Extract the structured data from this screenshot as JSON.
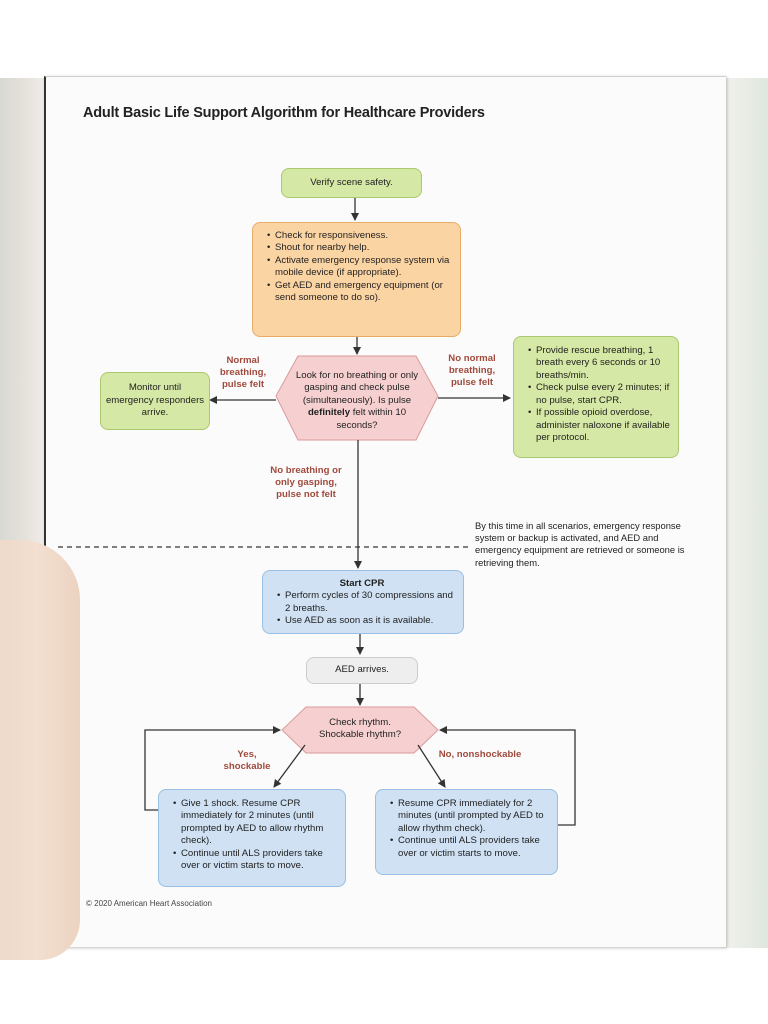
{
  "title": "Adult Basic Life Support Algorithm for Healthcare Providers",
  "nodes": {
    "verify": "Verify scene safety.",
    "check": [
      "Check for responsiveness.",
      "Shout for nearby help.",
      "Activate emergency response system via mobile device (if appropriate).",
      "Get AED and emergency equipment (or send someone to do so)."
    ],
    "look": {
      "line1": "Look for no breathing or only gasping and check pulse (simultaneously).",
      "line2_pre": "Is pulse ",
      "line2_bold": "definitely",
      "line2_post": " felt within 10 seconds?"
    },
    "monitor": "Monitor until emergency responders arrive.",
    "rescue": [
      "Provide rescue breathing, 1 breath every 6 seconds or 10 breaths/min.",
      "Check pulse every 2 minutes; if no pulse, start CPR.",
      "If possible opioid overdose, administer naloxone if available per protocol."
    ],
    "start_cpr": {
      "heading": "Start CPR",
      "items": [
        "Perform cycles of 30 compressions and 2 breaths.",
        "Use AED as soon as it is available."
      ]
    },
    "aed_arrives": "AED arrives.",
    "check_rhythm": "Check rhythm. Shockable rhythm?",
    "shock": [
      "Give 1 shock. Resume CPR immediately for 2 minutes (until prompted by AED to allow rhythm check).",
      "Continue until ALS providers take over or victim starts to move."
    ],
    "nonshock": [
      "Resume CPR immediately for 2 minutes (until prompted by AED to allow rhythm check).",
      "Continue until ALS providers take over or victim starts to move."
    ]
  },
  "labels": {
    "normal_breathing": "Normal breathing, pulse felt",
    "no_normal_breathing": "No normal breathing, pulse felt",
    "no_breathing": "No breathing or only gasping, pulse not felt",
    "yes_shockable": "Yes, shockable",
    "no_nonshockable": "No, nonshockable"
  },
  "note": "By this time in all scenarios, emergency response system or backup is activated, and AED and emergency equipment are retrieved or someone is retrieving them.",
  "copyright": "© 2020 American Heart Association",
  "colors": {
    "green": "#d6e8a5",
    "orange": "#fbd4a4",
    "pink": "#f6d0d0",
    "blue": "#cfe1f3",
    "grey": "#eeeeee",
    "label_red": "#a04a3c"
  }
}
